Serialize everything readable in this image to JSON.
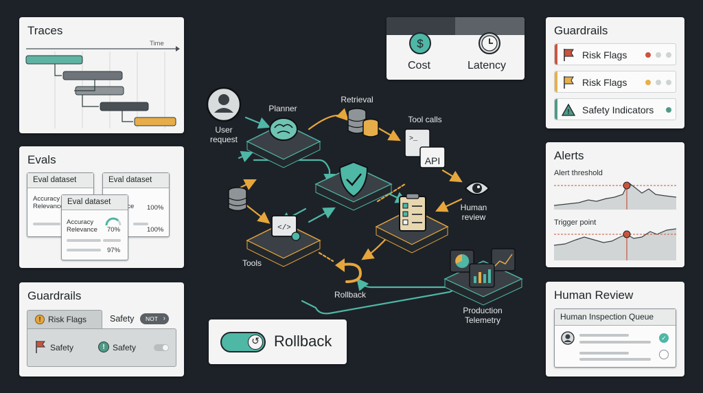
{
  "traces": {
    "title": "Traces",
    "axis_label": "Time"
  },
  "evals": {
    "title": "Evals",
    "cards": [
      {
        "header": "Eval dataset",
        "row1": "Accuracy",
        "row2": "Relevance"
      },
      {
        "header": "Eval dataset",
        "row1": "y",
        "row2": "nce",
        "val1": "100%",
        "val2": "100%"
      },
      {
        "header": "Eval dataset",
        "row1": "Accuracy",
        "row2": "Relevance",
        "val1": "70%",
        "val2": "97%"
      }
    ]
  },
  "guardrails_bottom": {
    "title": "Guardrails",
    "tab_active": "Risk Flags",
    "tab_inactive": "Safety",
    "badge": "NOT",
    "item1": "Safety",
    "item2": "Safety"
  },
  "metrics": {
    "cost": "Cost",
    "latency": "Latency"
  },
  "rollback_card": {
    "label": "Rollback"
  },
  "guardrails_top": {
    "title": "Guardrails",
    "rows": [
      {
        "label": "Risk Flags",
        "accent": "#c9553f"
      },
      {
        "label": "Risk Flags",
        "accent": "#e6b04a"
      },
      {
        "label": "Safety Indicators",
        "accent": "#4e9a86"
      }
    ]
  },
  "alerts": {
    "title": "Alerts",
    "threshold_label": "Alert threshold",
    "trigger_label": "Trigger point"
  },
  "human_review": {
    "title": "Human Review",
    "queue_title": "Human Inspection Queue"
  },
  "diagram": {
    "user_request": "User\nrequest",
    "planner": "Planner",
    "retrieval": "Retrieval",
    "tool_calls": "Tool calls",
    "api": "API",
    "human_review": "Human\nreview",
    "tools": "Tools",
    "rollback": "Rollback",
    "production_telemetry": "Production\nTelemetry"
  },
  "colors": {
    "teal": "#4fb7a6",
    "amber": "#e7a63c",
    "red": "#c9553f",
    "background": "#1d2228"
  }
}
